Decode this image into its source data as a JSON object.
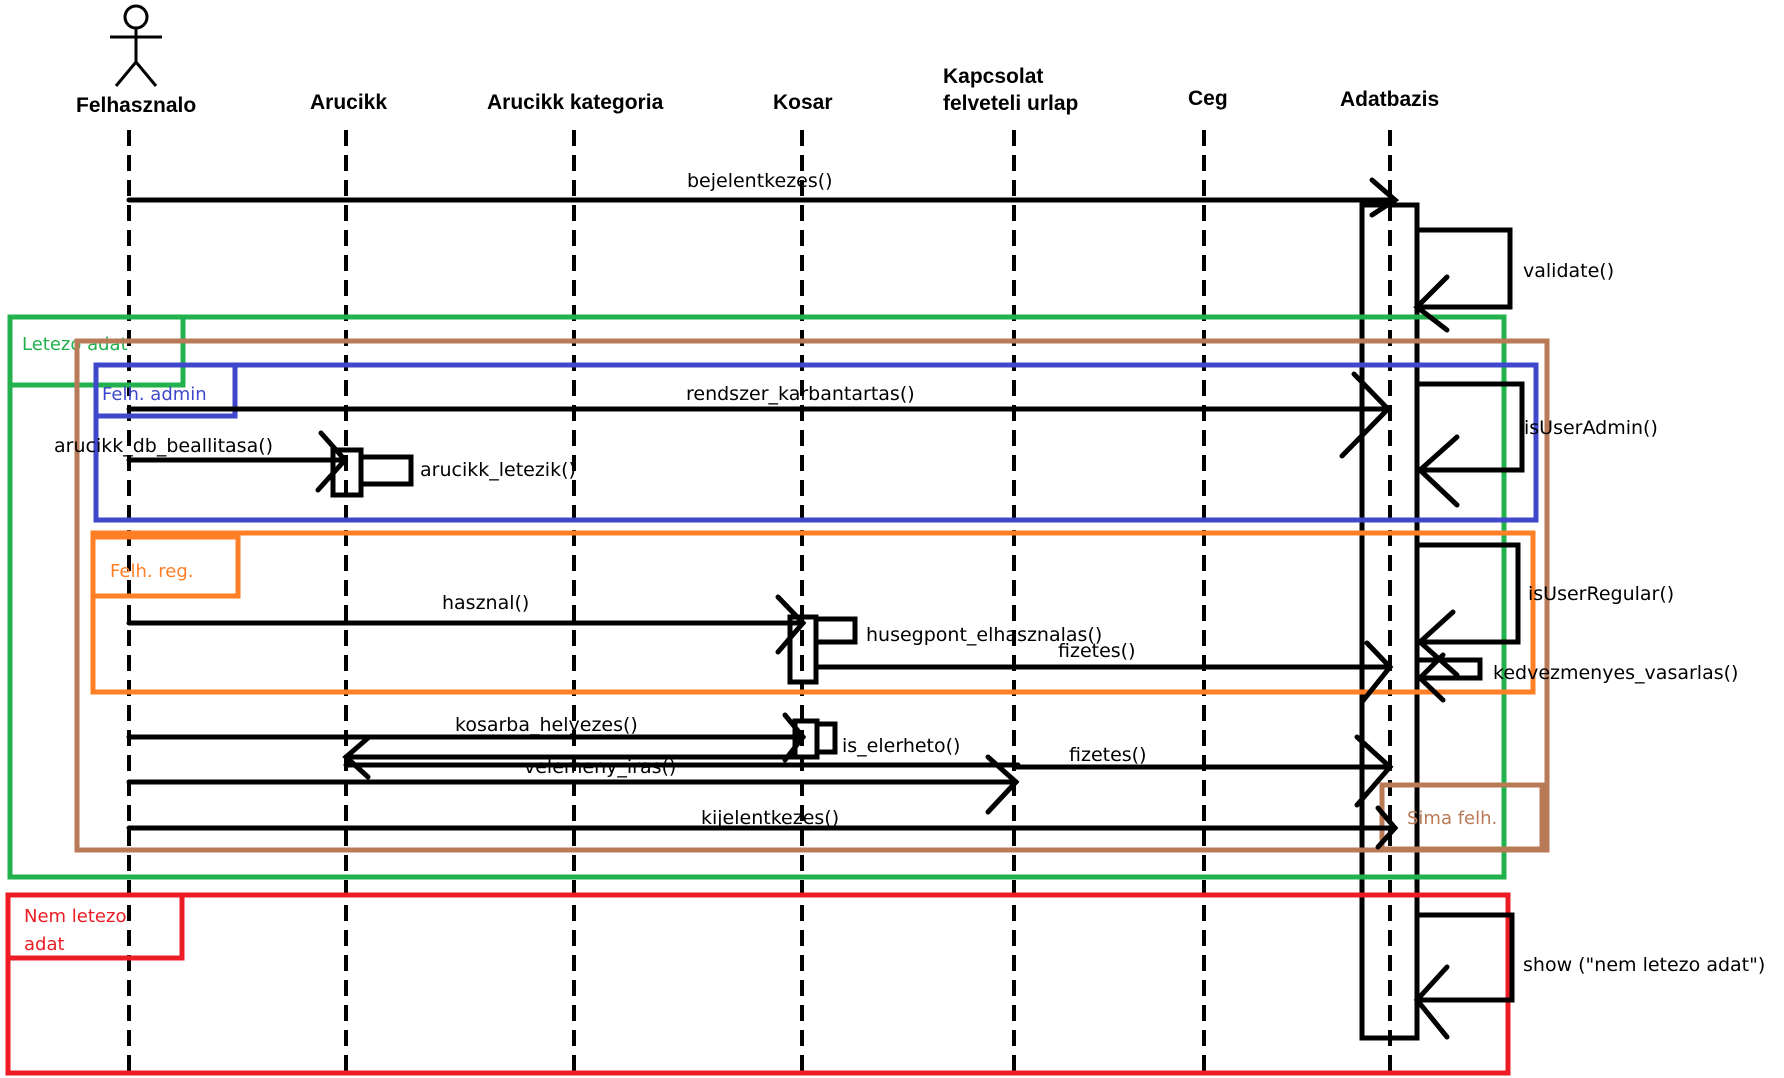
{
  "colors": {
    "line": "#000000",
    "green": "#22b14c",
    "blue": "#3f48cc",
    "brown": "#b97a57",
    "orange": "#ff7f27",
    "red": "#ed1c24"
  },
  "lifelines": {
    "felhasznalo": "Felhasznalo",
    "arucikk": "Arucikk",
    "arucikk_kategoria": "Arucikk kategoria",
    "kosar": "Kosar",
    "kapcsolat_line1": "Kapcsolat",
    "kapcsolat_line2": "felveteli urlap",
    "ceg": "Ceg",
    "adatbazis": "Adatbazis"
  },
  "frames": {
    "letezo_adat": "Letezo adat",
    "felh_admin": "Felh. admin",
    "felh_reg": "Felh. reg.",
    "sima_felh": "Sima felh.",
    "nem_letezo_line1": "Nem letezo",
    "nem_letezo_line2": "adat"
  },
  "messages": {
    "bejelentkezes": "bejelentkezes()",
    "validate": "validate()",
    "rendszer_karbantartas": "rendszer_karbantartas()",
    "is_user_admin": "isUserAdmin()",
    "arucikk_db_beallitasa": "arucikk_db_beallitasa()",
    "arucikk_letezik": "arucikk_letezik()",
    "is_user_regular": "isUserRegular()",
    "hasznal": "hasznal()",
    "husegpont_elhasznalas": "husegpont_elhasznalas()",
    "fizetes_1": "fizetes()",
    "kedvezmenyes_vasarlas": "kedvezmenyes_vasarlas()",
    "kosarba_helyezes": "kosarba_helyezes()",
    "is_elerheto": "is_elerheto()",
    "velemeny_iras": "velemeny_iras()",
    "fizetes_2": "fizetes()",
    "kijelentkezes": "kijelentkezes()",
    "show_nem_letezo": "show (\"nem letezo adat\")"
  }
}
